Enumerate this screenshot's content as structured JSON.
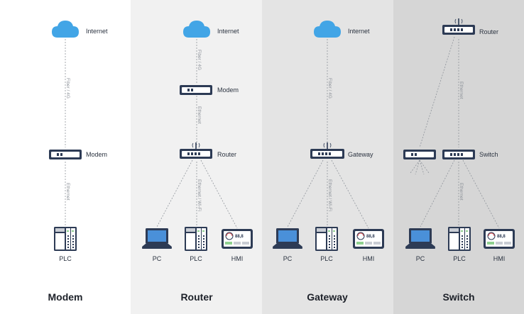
{
  "colors": {
    "navy": "#2d3b55",
    "cloud": "#42a5e6",
    "screen": "#4a90d9",
    "link": "#8f949b"
  },
  "panels": [
    {
      "title": "Modem",
      "nodes": [
        {
          "icon": "cloud-icon",
          "label": "Internet"
        },
        {
          "icon": "modem-icon",
          "label": "Modem"
        },
        {
          "icon": "plc-icon",
          "label": "PLC"
        }
      ],
      "links": [
        "Fiber / 4G",
        "Ethernet"
      ]
    },
    {
      "title": "Router",
      "nodes": [
        {
          "icon": "cloud-icon",
          "label": "Internet"
        },
        {
          "icon": "modem-icon",
          "label": "Modem"
        },
        {
          "icon": "router-icon",
          "label": "Router"
        },
        {
          "icon": "laptop-icon",
          "label": "PC"
        },
        {
          "icon": "plc-icon",
          "label": "PLC"
        },
        {
          "icon": "hmi-icon",
          "label": "HMI"
        }
      ],
      "links": [
        "Fiber / 4G",
        "Ethernet",
        "Ethernet / Wi-Fi"
      ]
    },
    {
      "title": "Gateway",
      "nodes": [
        {
          "icon": "cloud-icon",
          "label": "Internet"
        },
        {
          "icon": "gateway-icon",
          "label": "Gateway"
        },
        {
          "icon": "laptop-icon",
          "label": "PC"
        },
        {
          "icon": "plc-icon",
          "label": "PLC"
        },
        {
          "icon": "hmi-icon",
          "label": "HMI"
        }
      ],
      "links": [
        "Fiber / 4G",
        "Ethernet / Wi-Fi"
      ]
    },
    {
      "title": "Switch",
      "nodes": [
        {
          "icon": "router-icon",
          "label": "Router"
        },
        {
          "icon": "switch-icon",
          "label": ""
        },
        {
          "icon": "switch-icon",
          "label": "Switch"
        },
        {
          "icon": "laptop-icon",
          "label": "PC"
        },
        {
          "icon": "plc-icon",
          "label": "PLC"
        },
        {
          "icon": "hmi-icon",
          "label": "HMI"
        }
      ],
      "links": [
        "Ethernet",
        "Ethernet"
      ]
    }
  ],
  "hmi_readout": "88,8"
}
